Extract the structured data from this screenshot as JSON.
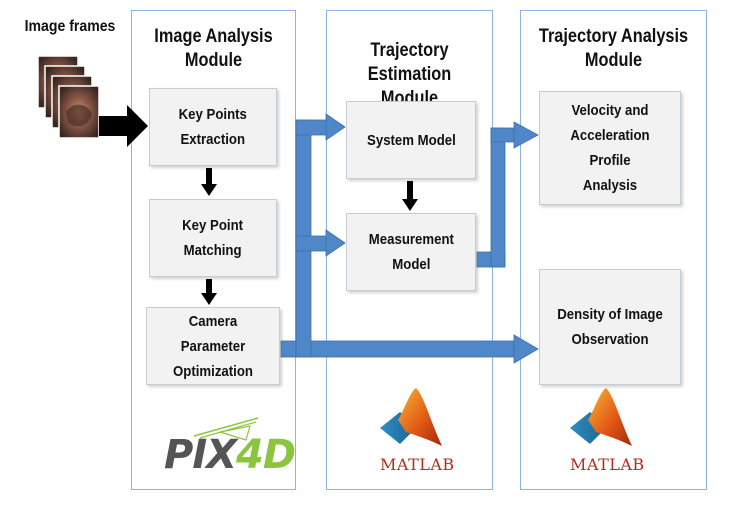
{
  "frames_label": "Image frames",
  "modules": {
    "image_analysis": {
      "title": "Image Analysis\nModule",
      "boxes": [
        "Key Points\nExtraction",
        "Key Point\nMatching",
        "Camera Parameter\nOptimization"
      ],
      "logo_text": "PIX4D"
    },
    "trajectory_estimation": {
      "title": "Trajectory Estimation\nModule",
      "boxes": [
        "System Model",
        "Measurement\nModel"
      ],
      "logo_text": "MATLAB"
    },
    "trajectory_analysis": {
      "title": "Trajectory Analysis\nModule",
      "boxes": [
        "Velocity and\nAcceleration Profile\nAnalysis",
        "Density of Image\nObservation"
      ],
      "logo_text": "MATLAB"
    }
  },
  "colors": {
    "module_border": "#8db3e2",
    "box_fill": "#f2f2f2",
    "blue_arrow": "#4f87c8",
    "black_arrow": "#000000",
    "matlab_text": "#b22c1f",
    "pix4d_green": "#8bc53f"
  },
  "icons": [
    "image-stack-icon",
    "matlab-logo-icon",
    "pix4d-logo-icon"
  ]
}
